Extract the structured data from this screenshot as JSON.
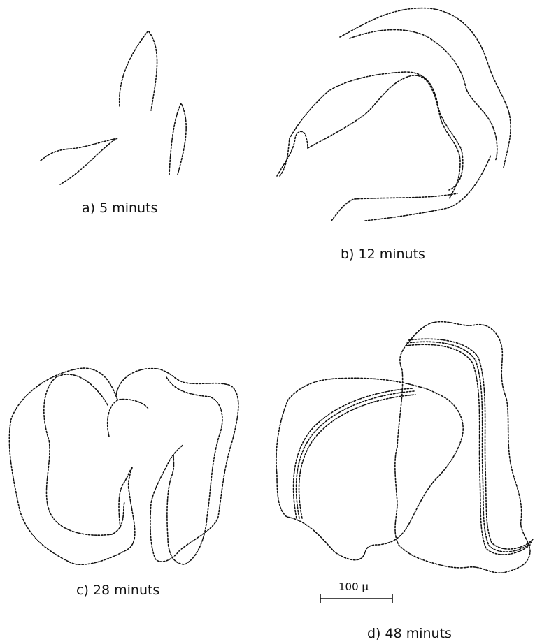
{
  "panels": [
    {
      "id": "a",
      "caption": "a)  5 minuts"
    },
    {
      "id": "b",
      "caption": "b)  12 minuts"
    },
    {
      "id": "c",
      "caption": "c)  28 minuts"
    },
    {
      "id": "d",
      "caption": "d)  48 minuts"
    }
  ],
  "scale_bar": {
    "label": "100 μ"
  },
  "colors": {
    "line": "#111111",
    "background": "#ffffff"
  }
}
